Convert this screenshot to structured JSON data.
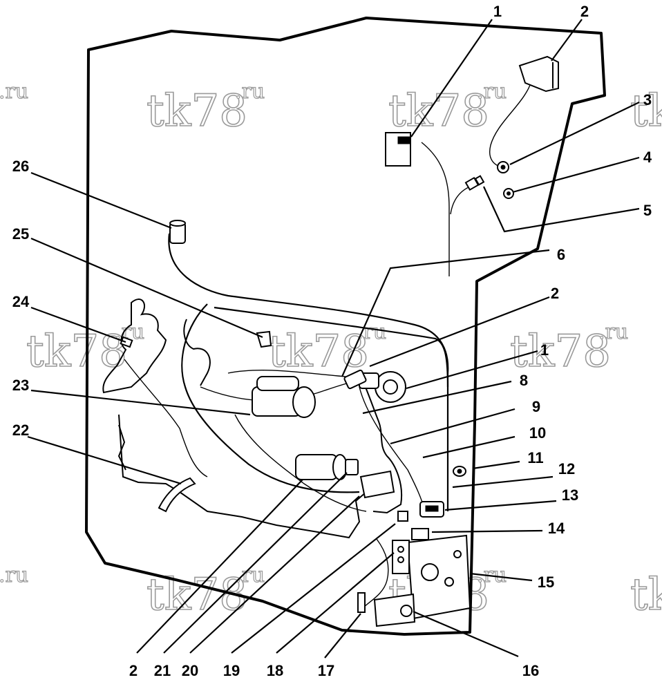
{
  "diagram": {
    "colors": {
      "ink": "#000000",
      "paper": "#ffffff",
      "watermark_outline": "#9a9a9a"
    },
    "watermark": {
      "main": "tk78",
      "suffix": ".ru"
    },
    "callouts": [
      {
        "id": "c1a",
        "label": "1"
      },
      {
        "id": "c2a",
        "label": "2"
      },
      {
        "id": "c3",
        "label": "3"
      },
      {
        "id": "c4",
        "label": "4"
      },
      {
        "id": "c5",
        "label": "5"
      },
      {
        "id": "c6",
        "label": "6"
      },
      {
        "id": "c2b",
        "label": "2"
      },
      {
        "id": "c1b",
        "label": "1"
      },
      {
        "id": "c8",
        "label": "8"
      },
      {
        "id": "c9",
        "label": "9"
      },
      {
        "id": "c10",
        "label": "10"
      },
      {
        "id": "c11",
        "label": "11"
      },
      {
        "id": "c12",
        "label": "12"
      },
      {
        "id": "c13",
        "label": "13"
      },
      {
        "id": "c14",
        "label": "14"
      },
      {
        "id": "c15",
        "label": "15"
      },
      {
        "id": "c16",
        "label": "16"
      },
      {
        "id": "c17",
        "label": "17"
      },
      {
        "id": "c18",
        "label": "18"
      },
      {
        "id": "c19",
        "label": "19"
      },
      {
        "id": "c20",
        "label": "20"
      },
      {
        "id": "c21",
        "label": "21"
      },
      {
        "id": "c2c",
        "label": "2"
      },
      {
        "id": "c22",
        "label": "22"
      },
      {
        "id": "c23",
        "label": "23"
      },
      {
        "id": "c24",
        "label": "24"
      },
      {
        "id": "c25",
        "label": "25"
      },
      {
        "id": "c26",
        "label": "26"
      }
    ]
  }
}
